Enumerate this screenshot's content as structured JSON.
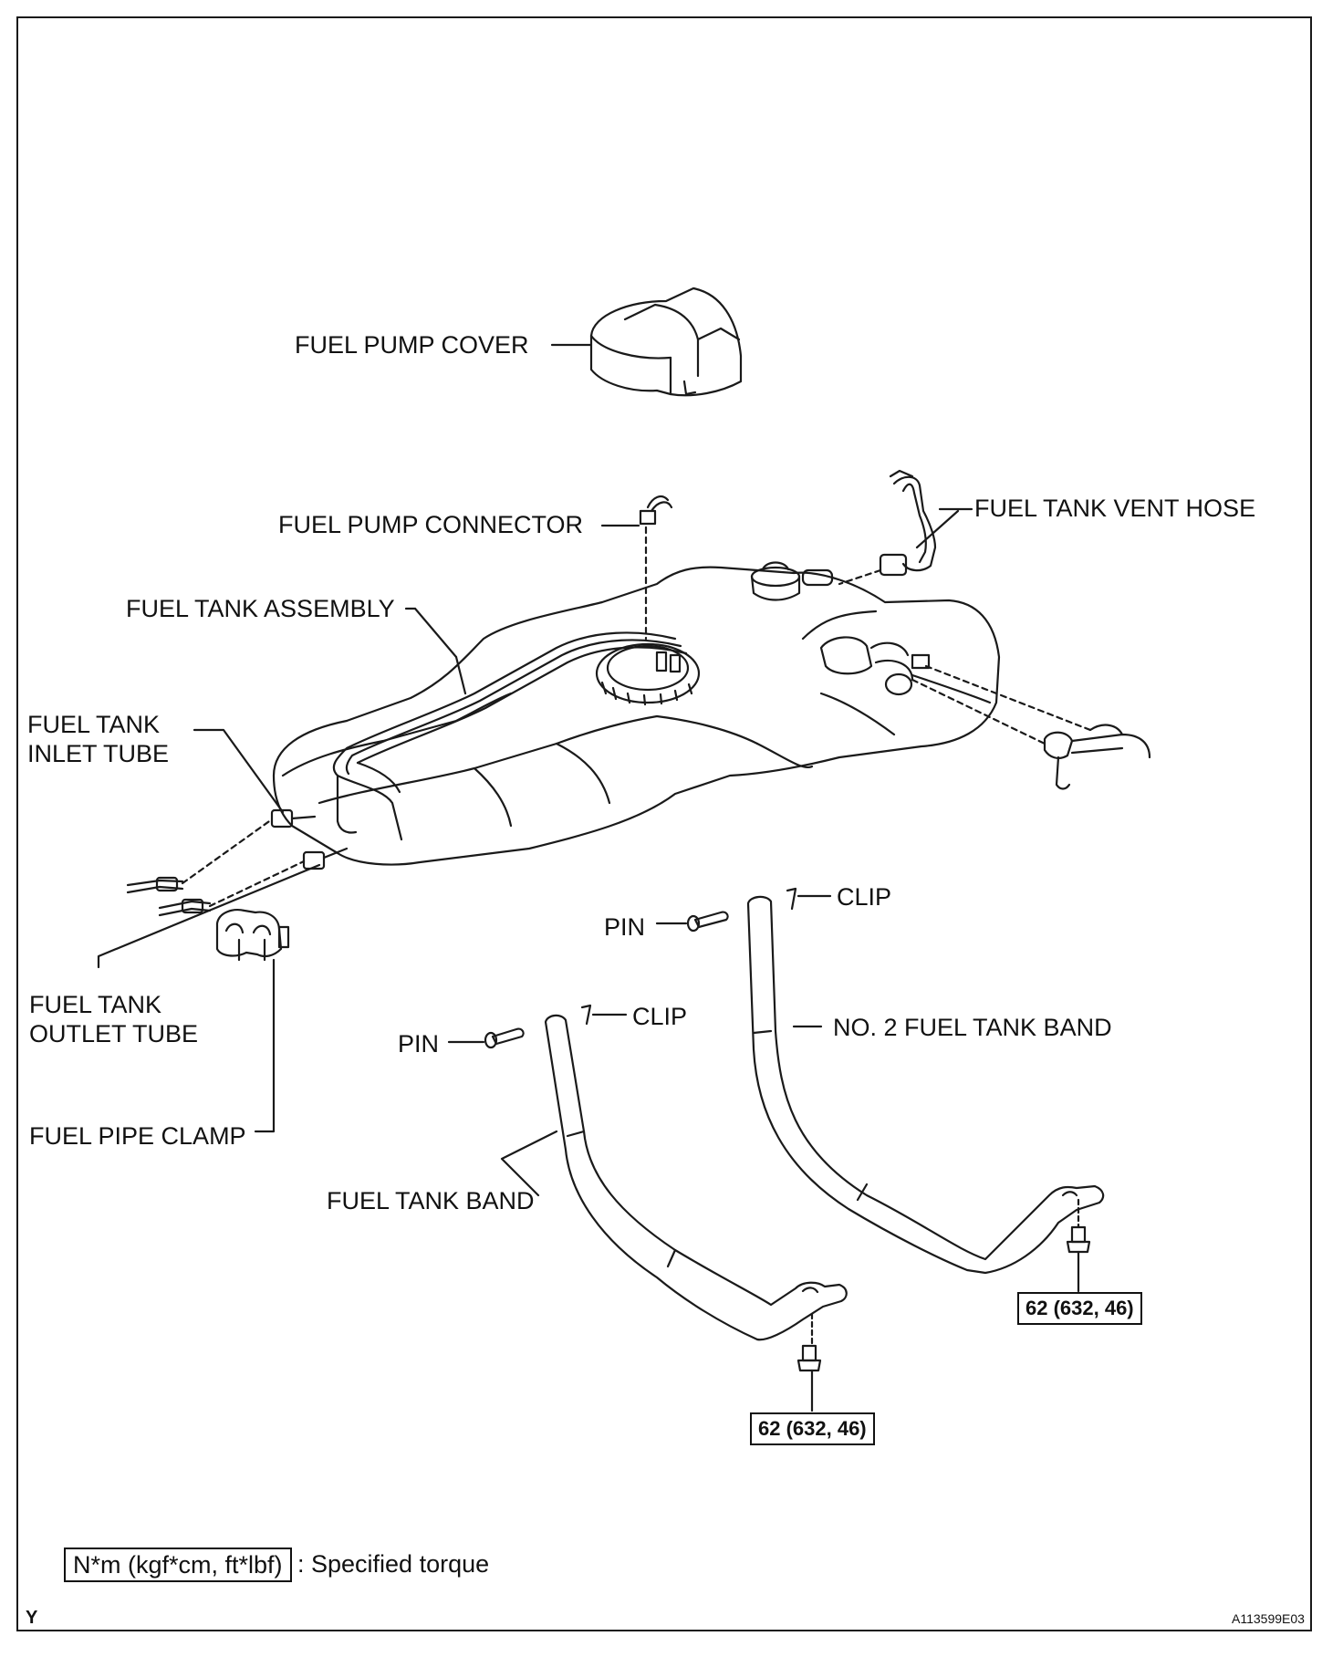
{
  "labels": {
    "fuel_pump_cover": "FUEL PUMP COVER",
    "fuel_pump_connector": "FUEL PUMP CONNECTOR",
    "fuel_tank_vent_hose": "FUEL TANK VENT HOSE",
    "fuel_tank_assembly": "FUEL TANK ASSEMBLY",
    "fuel_tank_inlet_tube_1": "FUEL TANK",
    "fuel_tank_inlet_tube_2": "INLET TUBE",
    "fuel_tank_outlet_tube_1": "FUEL TANK",
    "fuel_tank_outlet_tube_2": "OUTLET TUBE",
    "fuel_pipe_clamp": "FUEL PIPE CLAMP",
    "fuel_tank_band": "FUEL TANK BAND",
    "no2_fuel_tank_band": "NO. 2 FUEL TANK BAND",
    "pin_1": "PIN",
    "pin_2": "PIN",
    "clip_1": "CLIP",
    "clip_2": "CLIP"
  },
  "torque": {
    "band_1": "62 (632, 46)",
    "band_2": "62 (632, 46)"
  },
  "legend": {
    "box": "N*m (kgf*cm, ft*lbf)",
    "text": ": Specified torque"
  },
  "footer": {
    "corner_letter": "Y",
    "figure_code": "A113599E03"
  }
}
